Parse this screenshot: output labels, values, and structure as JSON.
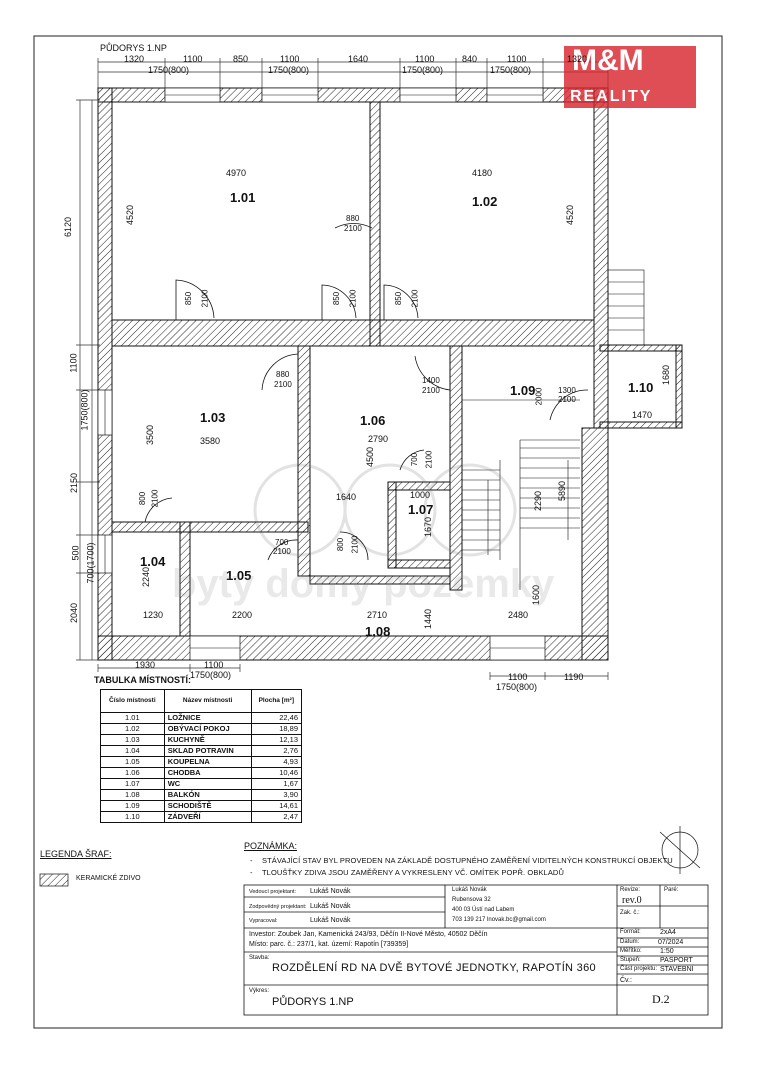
{
  "sheet_title": "PŮDORYS 1.NP",
  "top_dims_row1": [
    "1320",
    "1100",
    "850",
    "1100",
    "1640",
    "1100",
    "840",
    "1100",
    "1320"
  ],
  "top_dims_row2": [
    "1750(800)",
    "1750(800)",
    "1750(800)",
    "1750(800)"
  ],
  "left_dims": [
    "6120",
    "1100",
    "1750(800)",
    "2150",
    "500",
    "700(1700)",
    "2040"
  ],
  "bottom_dims": [
    "1930",
    "1100",
    "1750(800)",
    "1100",
    "1750(800)",
    "1190"
  ],
  "rooms": [
    {
      "id": "1.01",
      "dim_w": "4970",
      "dim_h": "4520"
    },
    {
      "id": "1.02",
      "dim_w": "4180",
      "dim_h": "4520"
    },
    {
      "id": "1.03",
      "dim_w": "3580",
      "dim_h": "3500"
    },
    {
      "id": "1.04",
      "dim_w": "1230",
      "dim_h": "2240"
    },
    {
      "id": "1.05",
      "dim_w": "2200",
      "dim_h": ""
    },
    {
      "id": "1.06",
      "dim_w": "2790",
      "dim_h": "4500"
    },
    {
      "id": "1.07",
      "dim_w": "1000",
      "dim_h": "1670"
    },
    {
      "id": "1.08",
      "dim_w": "2710",
      "dim_h": "1440"
    },
    {
      "id": "1.09",
      "dim_w": "2480",
      "dim_h": "1600"
    },
    {
      "id": "1.10",
      "dim_w": "1470",
      "dim_h": "1680"
    }
  ],
  "door_labels": [
    {
      "w": "880",
      "h": "2100"
    },
    {
      "w": "850",
      "h": "2100"
    },
    {
      "w": "850",
      "h": "2100"
    },
    {
      "w": "850",
      "h": "2100"
    },
    {
      "w": "880",
      "h": "2100"
    },
    {
      "w": "1400",
      "h": "2100"
    },
    {
      "w": "1300",
      "h": "2100"
    },
    {
      "w": "700",
      "h": "2100"
    },
    {
      "w": "800",
      "h": "2100"
    },
    {
      "w": "700",
      "h": "2100"
    },
    {
      "w": "800",
      "h": "2100"
    },
    {
      "w": "2000",
      "h": ""
    }
  ],
  "stair_dims": [
    "2290",
    "5890"
  ],
  "extra_dims": [
    "1640"
  ],
  "table": {
    "title": "TABULKA MÍSTNOSTÍ:",
    "headers": [
      "Číslo místnosti",
      "Název místnosti",
      "Plocha [m²]"
    ],
    "rows": [
      [
        "1.01",
        "LOŽNICE",
        "22,46"
      ],
      [
        "1.02",
        "OBÝVACÍ POKOJ",
        "18,89"
      ],
      [
        "1.03",
        "KUCHYNĚ",
        "12,13"
      ],
      [
        "1.04",
        "SKLAD POTRAVIN",
        "2,76"
      ],
      [
        "1.05",
        "KOUPELNA",
        "4,93"
      ],
      [
        "1.06",
        "CHODBA",
        "10,46"
      ],
      [
        "1.07",
        "WC",
        "1,67"
      ],
      [
        "1.08",
        "BALKÓN",
        "3,90"
      ],
      [
        "1.09",
        "SCHODIŠTĚ",
        "14,61"
      ],
      [
        "1.10",
        "ZÁDVEŘÍ",
        "2,47"
      ]
    ]
  },
  "legend": {
    "title": "LEGENDA ŠRAF:",
    "item": "KERAMICKÉ ZDIVO"
  },
  "notes": {
    "title": "POZNÁMKA:",
    "lines": [
      "STÁVAJÍCÍ STAV BYL PROVEDEN NA ZÁKLADĚ DOSTUPNÉHO ZAMĚŘENÍ VIDITELNÝCH KONSTRUKCÍ OBJEKTU",
      "TLOUŠŤKY ZDIVA JSOU ZAMĚŘENY A VYKRESLENY VČ. OMÍTEK POPŘ. OBKLADŮ"
    ],
    "bullet": "-"
  },
  "logo": {
    "top": "M&M",
    "bottom": "REALITY"
  },
  "watermark": "byty domy pozemky",
  "title_block": {
    "lead_designer_label": "Vedoucí projektant:",
    "lead_designer": "Lukáš Novák",
    "resp_designer_label": "Zodpovědný projektant:",
    "resp_designer": "Lukáš Novák",
    "author_label": "Vypracoval:",
    "author": "Lukáš Novák",
    "address": [
      "Lukáš Novák",
      "Rubensova 32",
      "400 03 Ústí nad Labem",
      "703 139 217 lnovak.bc@gmail.com"
    ],
    "revision_label": "Revize:",
    "revision": "rev.0",
    "copy_label": "Paré:",
    "order_label": "Zak. č.:",
    "investor": "Investor: Zoubek Jan, Kamenická 243/93, Děčín II-Nové Město, 40502 Děčín",
    "place": "Místo: parc. č.: 237/1, kat. území: Rapotín [739359]",
    "building_label": "Stavba:",
    "building": "ROZDĚLENÍ RD NA DVĚ BYTOVÉ JEDNOTKY, RAPOTÍN 360",
    "drawing_label": "Výkres:",
    "drawing": "PŮDORYS 1.NP",
    "format_label": "Formát:",
    "format": "2xA4",
    "date_label": "Datum:",
    "date": "07/2024",
    "scale_label": "Měřítko:",
    "scale": "1:50",
    "stage_label": "Stupeň:",
    "stage": "PASPORT",
    "part_label": "Část projektu:",
    "part": "STAVEBNÍ",
    "number_label": "Čv.:",
    "number": "D.2"
  }
}
